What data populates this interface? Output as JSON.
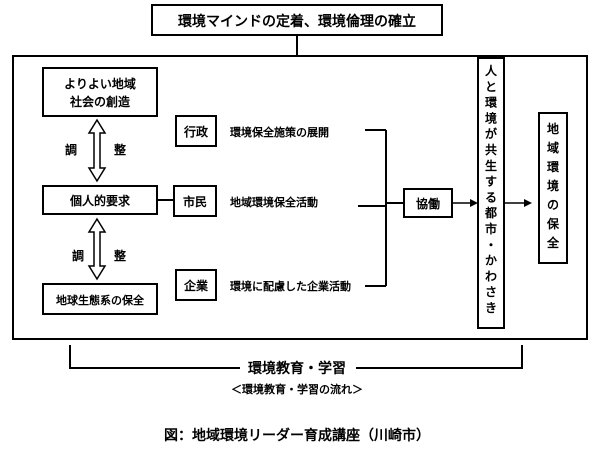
{
  "diagram": {
    "top_banner": "環境マインドの定着、環境倫理の確立",
    "left": {
      "society": [
        "よりよい地域",
        "社会の創造"
      ],
      "adjust_top": [
        "調",
        "整"
      ],
      "individual": "個人的要求",
      "adjust_bottom": [
        "調",
        "整"
      ],
      "ecosystem": "地球生態系の保全"
    },
    "actors": [
      {
        "label": "行政",
        "activity": "環境保全施策の展開"
      },
      {
        "label": "市民",
        "activity": "地域環境保全活動"
      },
      {
        "label": "企業",
        "activity": "環境に配慮した企業活動"
      }
    ],
    "collaboration": "協働",
    "coexist_chars": [
      "人",
      "と",
      "環",
      "境",
      "が",
      "共",
      "生",
      "す",
      "る",
      "都",
      "市",
      "・",
      "か",
      "わ",
      "さ",
      "き"
    ],
    "regional_chars": [
      "地",
      "域",
      "環",
      "境",
      "の",
      "保",
      "全"
    ],
    "bottom_label": "環境教育・学習",
    "flow_caption": "＜環境教育・学習の流れ＞"
  },
  "figure_caption": "図：地域環境リーダー育成講座（川崎市）"
}
